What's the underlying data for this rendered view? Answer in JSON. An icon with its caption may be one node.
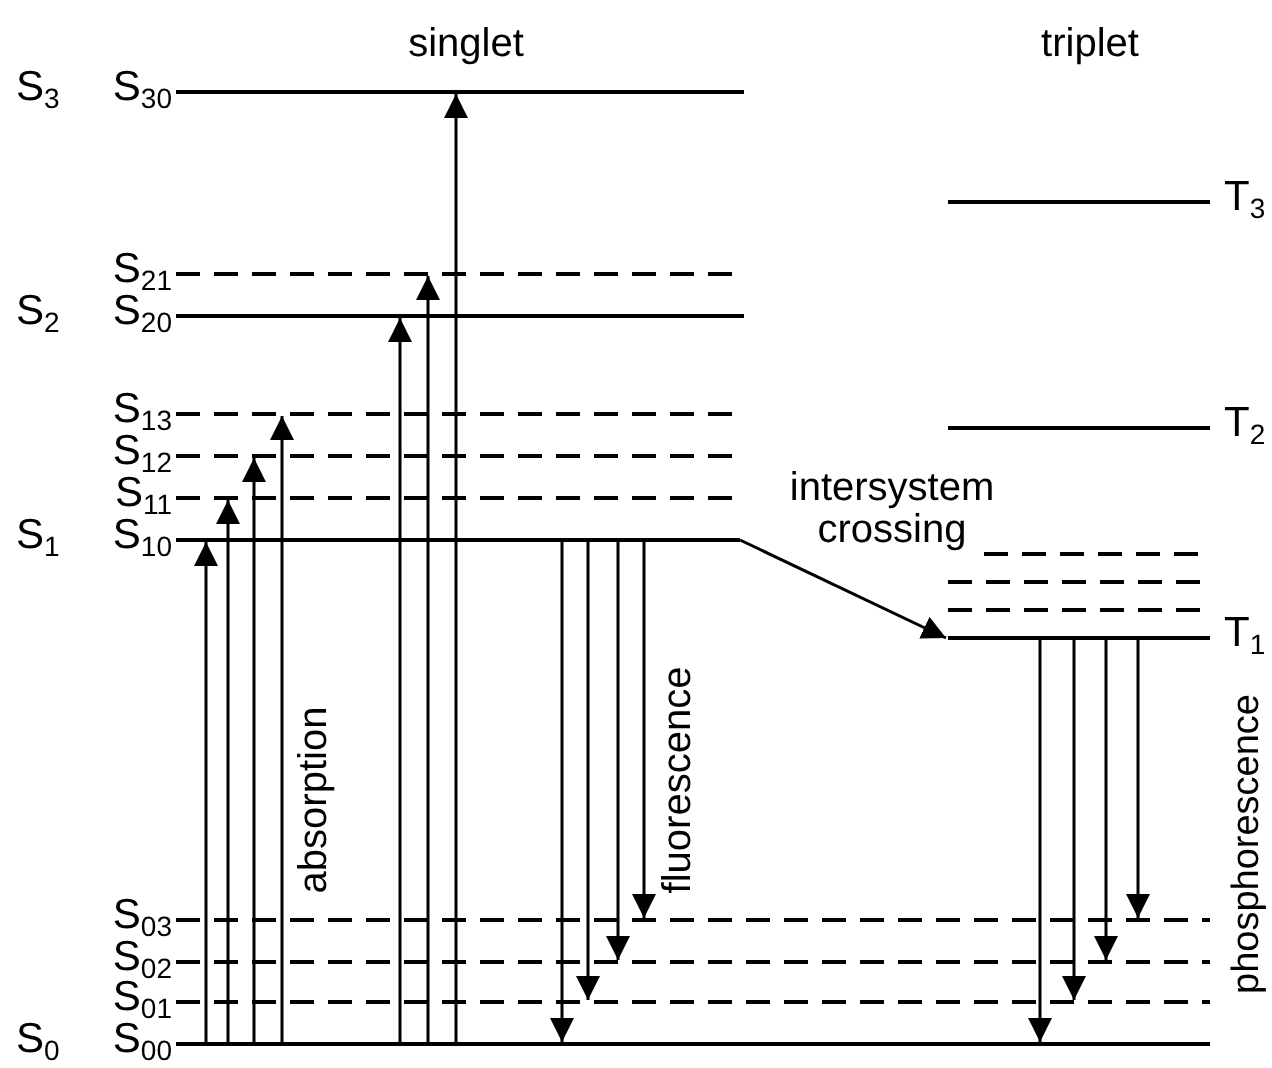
{
  "diagram": {
    "nodes": [
      {
        "text": [
          "S$_{3}$",
          "S$_{30}$"
        ]
      },
      {
        "text": [
          "T$_{3}$"
        ]
      },
      {
        "text": [
          "S$_{21}$"
        ]
      },
      {
        "text": [
          "S$_{2}$",
          "S$_{20}$"
        ]
      },
      {
        "text": [
          "S$_{13}$"
        ]
      },
      {
        "text": [
          "T$_{2}$"
        ]
      },
      {
        "text": [
          "S$_{12}$"
        ]
      },
      {
        "text": [
          "S$_{11}$"
        ]
      },
      {
        "text": [
          "S$_{1}$",
          "S$_{10}$"
        ]
      },
      {
        "text": [],
        "shape": "bar"
      },
      {
        "text": [],
        "shape": "bar"
      },
      {
        "text": [],
        "shape": "bar"
      },
      {
        "text": [
          "T$_{1}$"
        ]
      },
      {
        "text": [
          "S$_{03}$"
        ]
      },
      {
        "text": [
          "S$_{02}$"
        ]
      },
      {
        "text": [
          "S$_{01}$"
        ]
      },
      {
        "text": [
          "S$_{0}$",
          "S$_{00}$"
        ]
      }
    ],
    "edges": [
      {
        "from": 16,
        "to": 8,
        "arrow": "to"
      },
      {
        "from": 16,
        "to": 7,
        "arrow": "to"
      },
      {
        "from": 16,
        "to": 6,
        "arrow": "to"
      },
      {
        "from": 16,
        "to": 4,
        "arrow": "to"
      },
      {
        "from": 16,
        "to": 3,
        "arrow": "to"
      },
      {
        "from": 16,
        "to": 2,
        "arrow": "to"
      },
      {
        "from": 16,
        "to": 0,
        "arrow": "to"
      },
      {
        "from": 8,
        "to": 16,
        "arrow": "to"
      },
      {
        "from": 8,
        "to": 15,
        "arrow": "to"
      },
      {
        "from": 8,
        "to": 14,
        "arrow": "to"
      },
      {
        "from": 8,
        "to": 13,
        "arrow": "to"
      },
      {
        "from": 8,
        "to": 12,
        "arrow": "to",
        "label": "intersystem crossing"
      },
      {
        "from": 12,
        "to": 16,
        "arrow": "to"
      },
      {
        "from": 12,
        "to": 15,
        "arrow": "to"
      },
      {
        "from": 12,
        "to": 14,
        "arrow": "to"
      },
      {
        "from": 12,
        "to": 13,
        "arrow": "to"
      }
    ],
    "labels": [
      "singlet",
      "triplet",
      "absorption",
      "fluorescence",
      "phosphorescence"
    ]
  }
}
